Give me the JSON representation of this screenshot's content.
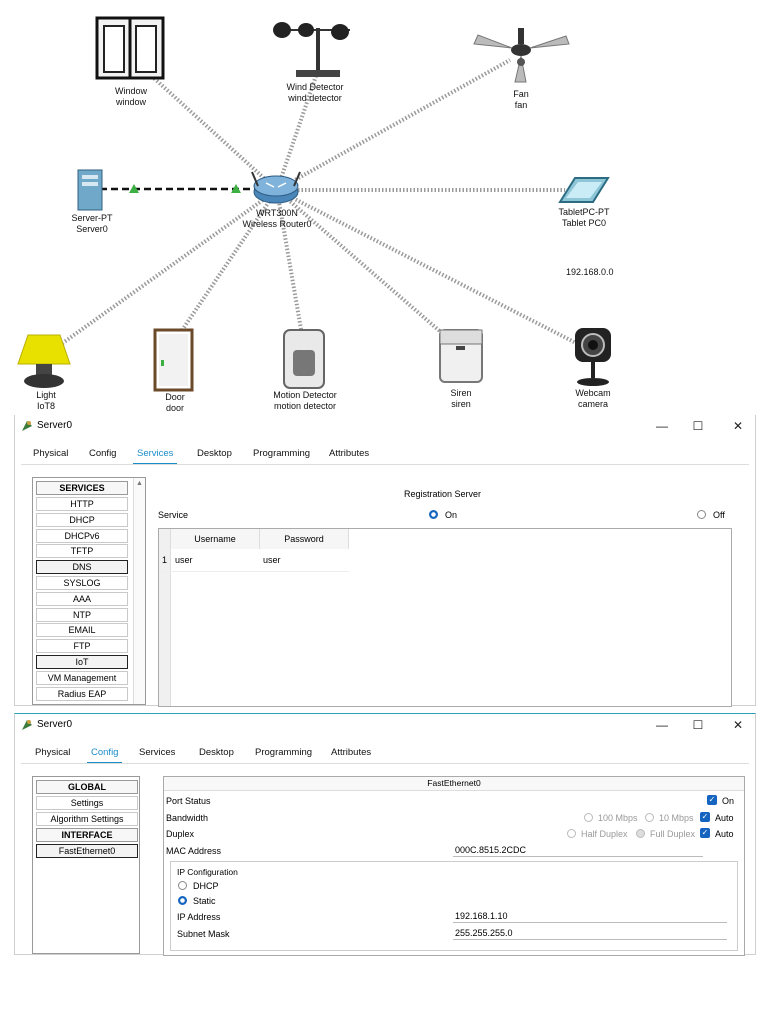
{
  "topology": {
    "devices": [
      {
        "id": "window",
        "type": "Window",
        "name": "window"
      },
      {
        "id": "wind",
        "type": "Wind Detector",
        "name": "wind detector"
      },
      {
        "id": "fan",
        "type": "Fan",
        "name": "fan"
      },
      {
        "id": "server",
        "type": "Server-PT",
        "name": "Server0"
      },
      {
        "id": "router",
        "type": "WRT300N",
        "name": "Wireless Router0"
      },
      {
        "id": "tablet",
        "type": "TabletPC-PT",
        "name": "Tablet PC0"
      },
      {
        "id": "light",
        "type": "Light",
        "name": "IoT8"
      },
      {
        "id": "door",
        "type": "Door",
        "name": "door"
      },
      {
        "id": "motion",
        "type": "Motion Detector",
        "name": "motion detector"
      },
      {
        "id": "siren",
        "type": "Siren",
        "name": "siren"
      },
      {
        "id": "webcam",
        "type": "Webcam",
        "name": "camera"
      }
    ],
    "network_label": "192.168.0.0"
  },
  "window1": {
    "title": "Server0",
    "tabs": [
      "Physical",
      "Config",
      "Services",
      "Desktop",
      "Programming",
      "Attributes"
    ],
    "active_tab": "Services",
    "list_header": "SERVICES",
    "list_items": [
      "HTTP",
      "DHCP",
      "DHCPv6",
      "TFTP",
      "DNS",
      "SYSLOG",
      "AAA",
      "NTP",
      "EMAIL",
      "FTP",
      "IoT",
      "VM Management",
      "Radius EAP"
    ],
    "section_title": "Registration Server",
    "service_label": "Service",
    "on_label": "On",
    "off_label": "Off",
    "service_state": "On",
    "table": {
      "headers": [
        "Username",
        "Password"
      ],
      "rows": [
        {
          "index": "1",
          "username": "user",
          "password": "user"
        }
      ]
    }
  },
  "window2": {
    "title": "Server0",
    "tabs": [
      "Physical",
      "Config",
      "Services",
      "Desktop",
      "Programming",
      "Attributes"
    ],
    "active_tab": "Config",
    "list_items": [
      {
        "label": "GLOBAL",
        "kind": "head"
      },
      {
        "label": "Settings",
        "kind": "item"
      },
      {
        "label": "Algorithm Settings",
        "kind": "item"
      },
      {
        "label": "INTERFACE",
        "kind": "head"
      },
      {
        "label": "FastEthernet0",
        "kind": "selected"
      }
    ],
    "panel_title": "FastEthernet0",
    "port_status_label": "Port Status",
    "port_on_label": "On",
    "bandwidth_label": "Bandwidth",
    "bw_100": "100 Mbps",
    "bw_10": "10 Mbps",
    "auto_label": "Auto",
    "duplex_label": "Duplex",
    "half_duplex": "Half Duplex",
    "full_duplex": "Full Duplex",
    "mac_label": "MAC Address",
    "mac_value": "000C.8515.2CDC",
    "ip_config_label": "IP Configuration",
    "dhcp_label": "DHCP",
    "static_label": "Static",
    "ip_label": "IP Address",
    "ip_value": "192.168.1.10",
    "mask_label": "Subnet Mask",
    "mask_value": "255.255.255.0"
  },
  "colors": {
    "accent": "#1a8cc8",
    "radio": "#1565c0",
    "cable": "#999999",
    "link_green": "#3cb043"
  }
}
